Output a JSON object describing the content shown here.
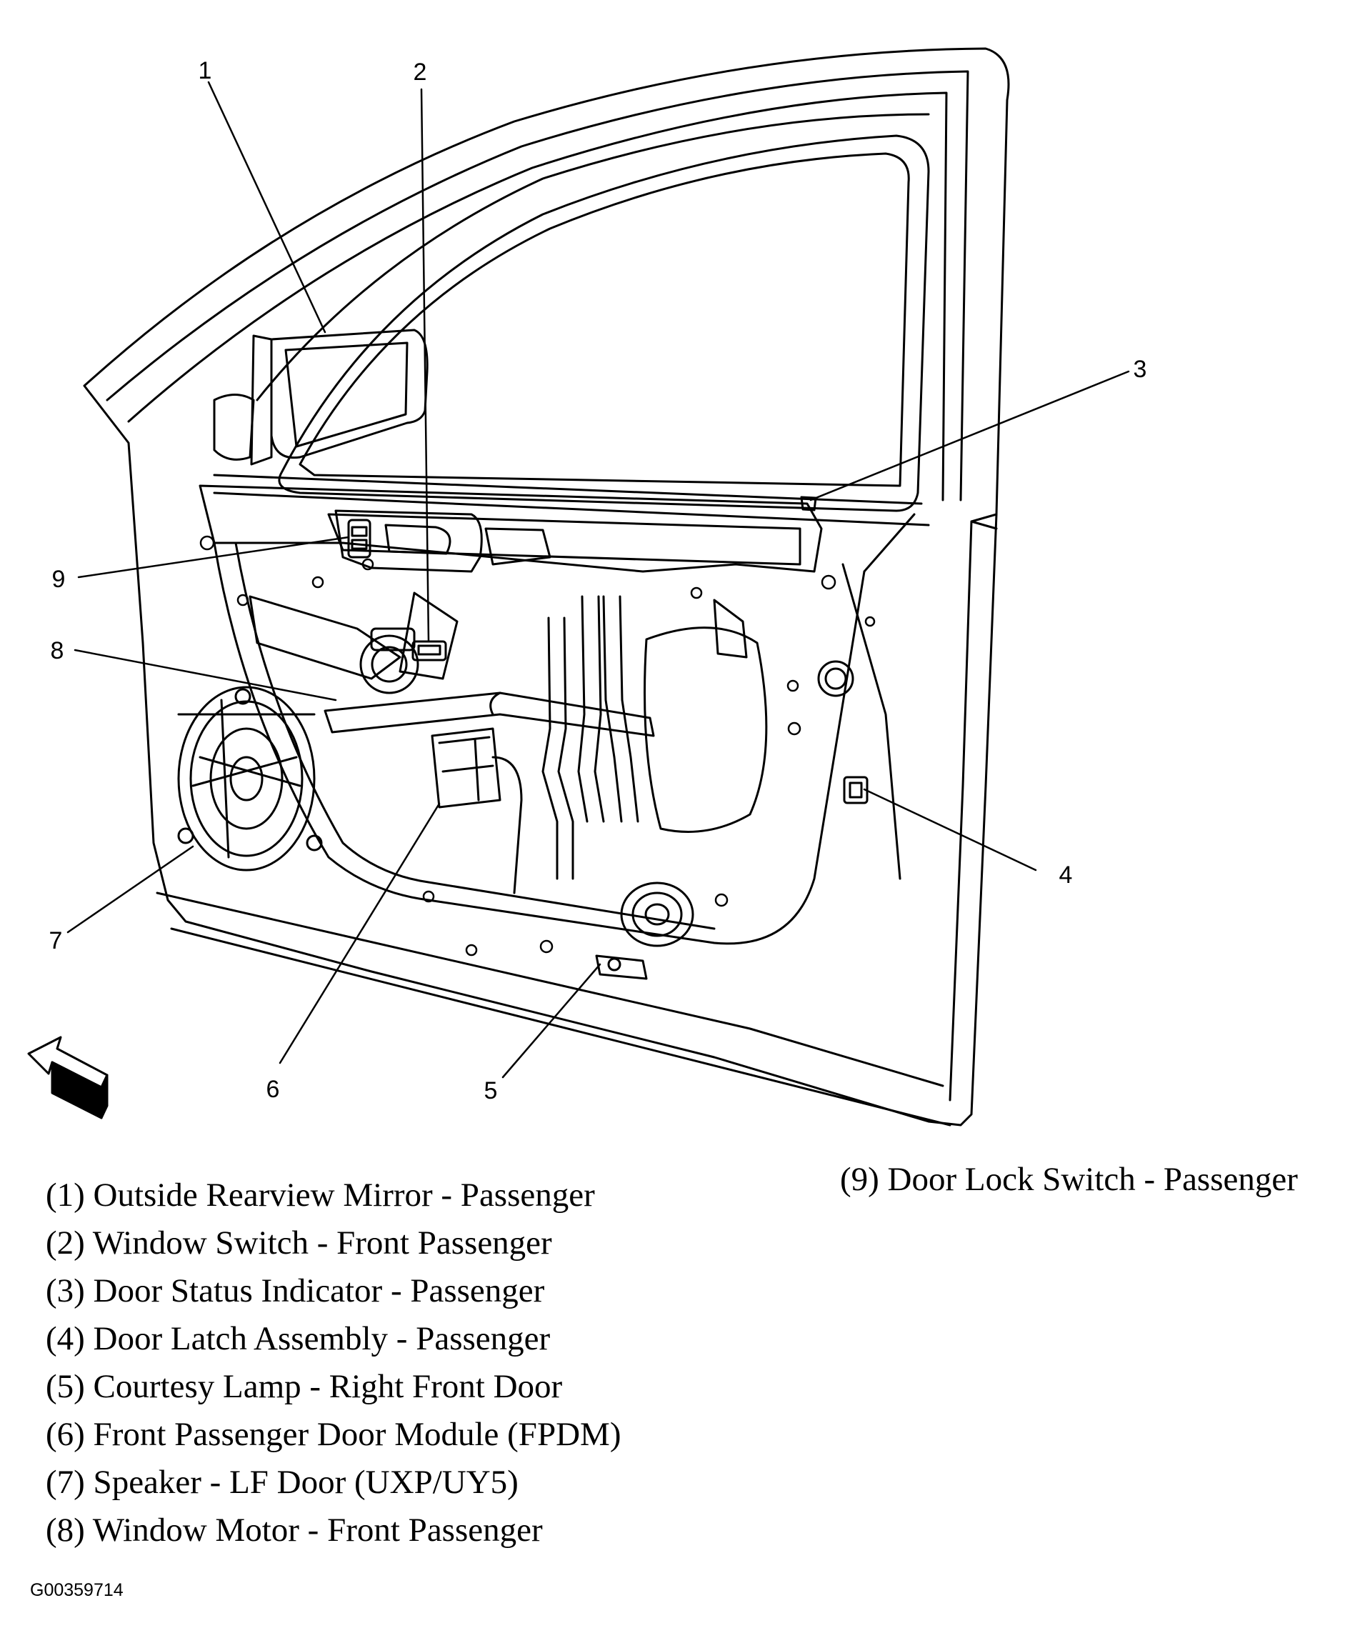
{
  "callouts": [
    "1",
    "2",
    "3",
    "4",
    "5",
    "6",
    "7",
    "8",
    "9"
  ],
  "legend": [
    "(1) Outside Rearview Mirror - Passenger",
    "(2) Window Switch - Front Passenger",
    "(3) Door Status Indicator - Passenger",
    "(4) Door Latch Assembly - Passenger",
    "(5) Courtesy Lamp - Right Front Door",
    "(6) Front Passenger Door Module (FPDM)",
    "(7) Speaker - LF Door (UXP/UY5)",
    "(8) Window Motor - Front Passenger",
    "(9) Door Lock Switch - Passenger"
  ],
  "figure_id": "G00359714",
  "colors": {
    "ink": "#000000",
    "background": "#ffffff"
  },
  "icons": [
    "front-direction-arrow-icon"
  ]
}
